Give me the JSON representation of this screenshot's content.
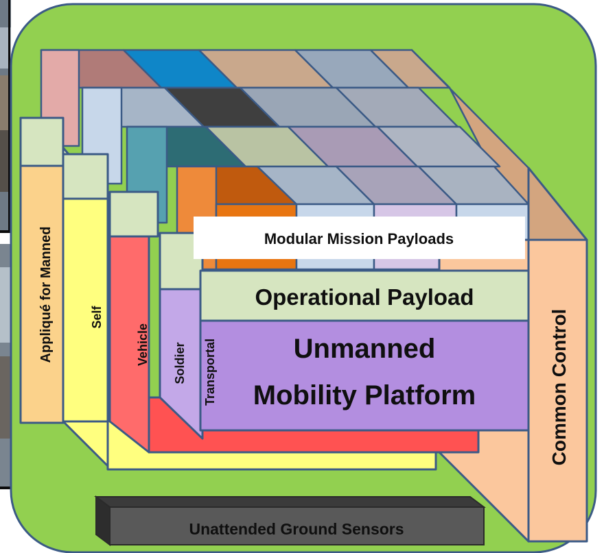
{
  "labels": {
    "modular_payloads": "Modular Mission Payloads",
    "operational_payload": "Operational Payload",
    "ump_line1": "Unmanned",
    "ump_line2": "Mobility Platform",
    "common_control": "Common Control",
    "ugs": "Unattended Ground Sensors",
    "applique": "Appliqué  for Manned",
    "self": "Self",
    "vehicle": "Vehicle",
    "soldier": "Soldier",
    "transportable": "Transportal"
  },
  "colors": {
    "background_panel": "#92d050",
    "panel_border": "#3b5a86",
    "common_control": "#fbc79d",
    "applique": "#fbd28b",
    "self": "#ffff7f",
    "vehicle": "#ff5252",
    "soldier": "#c3a8e8",
    "ump": "#b38ee0",
    "operational": "#d6e5c0",
    "ugs": "#595959",
    "modular_label_bg": "#ffffff"
  }
}
